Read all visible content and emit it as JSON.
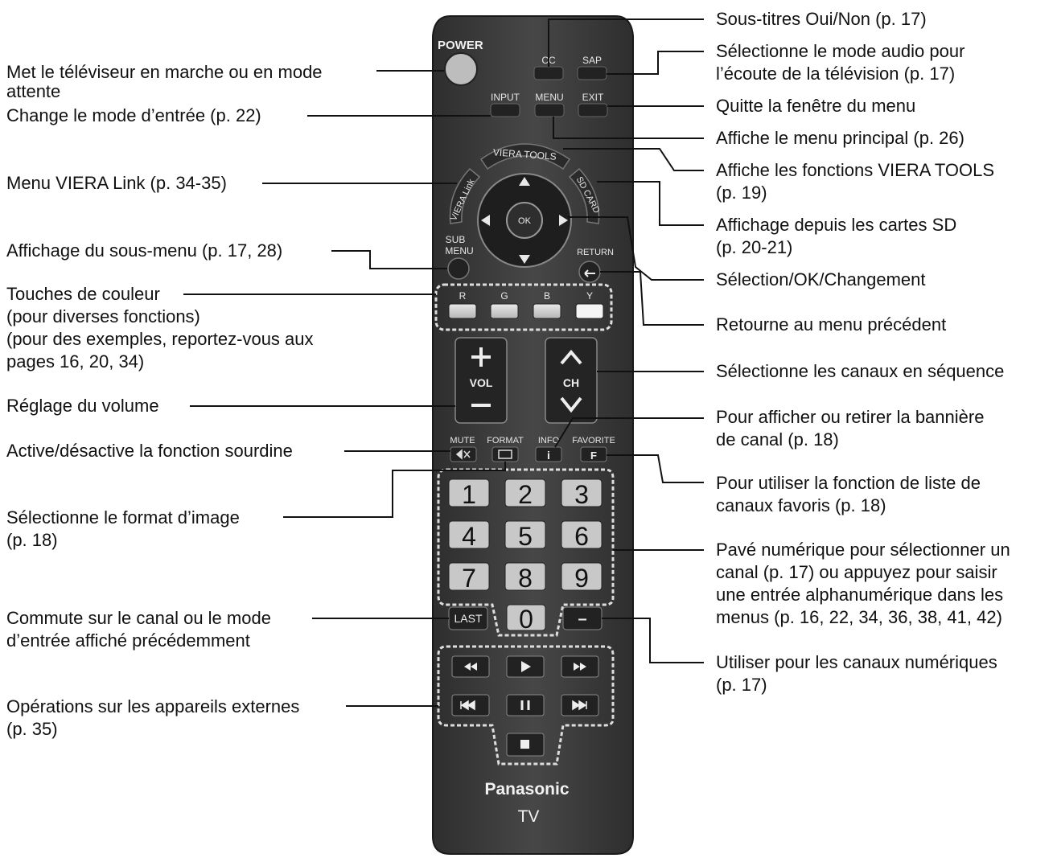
{
  "remote": {
    "brand": "Panasonic",
    "model": "TV",
    "buttons": {
      "power": "POWER",
      "cc": "CC",
      "sap": "SAP",
      "input": "INPUT",
      "menu": "MENU",
      "exit": "EXIT",
      "viera_tools": "VIERA TOOLS",
      "viera_link": "VIERA Link",
      "sd_card": "SD CARD",
      "ok": "OK",
      "sub_menu_1": "SUB",
      "sub_menu_2": "MENU",
      "return": "RETURN",
      "color_r": "R",
      "color_g": "G",
      "color_b": "B",
      "color_y": "Y",
      "vol": "VOL",
      "ch": "CH",
      "mute": "MUTE",
      "format": "FORMAT",
      "info": "INFO",
      "favorite": "FAVORITE",
      "info_key": "i",
      "favorite_key": "F",
      "num_1": "1",
      "num_2": "2",
      "num_3": "3",
      "num_4": "4",
      "num_5": "5",
      "num_6": "6",
      "num_7": "7",
      "num_8": "8",
      "num_9": "9",
      "num_0": "0",
      "last": "LAST",
      "dash": "–"
    }
  },
  "annotations": {
    "left": {
      "power": [
        "Met le téléviseur en marche ou en mode",
        "attente"
      ],
      "input": [
        "Change le mode d’entrée (p. 22)"
      ],
      "viera_link": [
        "Menu VIERA Link (p. 34-35)"
      ],
      "sub_menu": [
        "Affichage du sous-menu (p. 17, 28)"
      ],
      "color_keys": [
        "Touches de couleur",
        "(pour diverses fonctions)",
        "(pour des exemples, reportez-vous aux",
        "pages 16, 20, 34)"
      ],
      "volume": [
        "Réglage du volume"
      ],
      "mute": [
        "Active/désactive la fonction sourdine"
      ],
      "format": [
        "Sélectionne le format d’image",
        "(p. 18)"
      ],
      "last": [
        "Commute sur le canal ou le mode",
        "d’entrée affiché précédemment"
      ],
      "external": [
        "Opérations sur les appareils externes",
        "(p. 35)"
      ]
    },
    "right": {
      "cc": [
        "Sous-titres Oui/Non (p. 17)"
      ],
      "sap": [
        "Sélectionne le mode audio pour",
        "l’écoute de la télévision (p. 17)"
      ],
      "exit": [
        "Quitte la fenêtre du menu"
      ],
      "menu": [
        "Affiche le menu principal (p. 26)"
      ],
      "viera_tools": [
        "Affiche les fonctions VIERA TOOLS",
        "(p. 19)"
      ],
      "sd_card": [
        "Affichage depuis les cartes SD",
        "(p. 20-21)"
      ],
      "ok": [
        "Sélection/OK/Changement"
      ],
      "return": [
        "Retourne au menu précédent"
      ],
      "channel": [
        "Sélectionne les canaux en séquence"
      ],
      "info": [
        "Pour afficher ou retirer la bannière",
        "de canal (p. 18)"
      ],
      "favorite": [
        "Pour utiliser la fonction de liste de",
        "canaux favoris (p. 18)"
      ],
      "numeric": [
        "Pavé numérique pour sélectionner un",
        "canal (p. 17) ou appuyez pour saisir",
        "une entrée alphanumérique dans les",
        "menus (p. 16, 22, 34, 36, 38, 41, 42)"
      ],
      "digital": [
        "Utiliser pour les canaux numériques",
        "(p. 17)"
      ]
    }
  },
  "colors": {
    "body": "#3b3b3b",
    "button": "#2b2b2b",
    "key_face": "#d0d0d0",
    "line": "#111111"
  }
}
